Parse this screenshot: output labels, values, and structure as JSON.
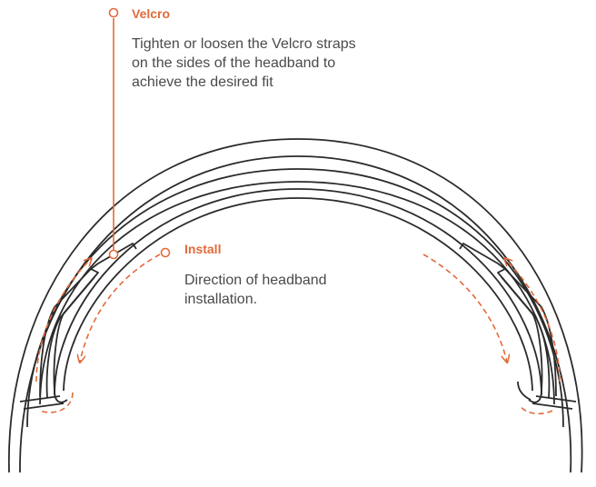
{
  "callouts": {
    "velcro": {
      "title": "Velcro",
      "text": "Tighten or loosen the Velcro straps\non the sides of the headband to\nachieve the desired fit"
    },
    "install": {
      "title": "Install",
      "text": "Direction of headband\ninstallation."
    }
  },
  "colors": {
    "accent": "#e26a3b",
    "outline": "#2b2b2b",
    "text": "#4a4a4a"
  }
}
